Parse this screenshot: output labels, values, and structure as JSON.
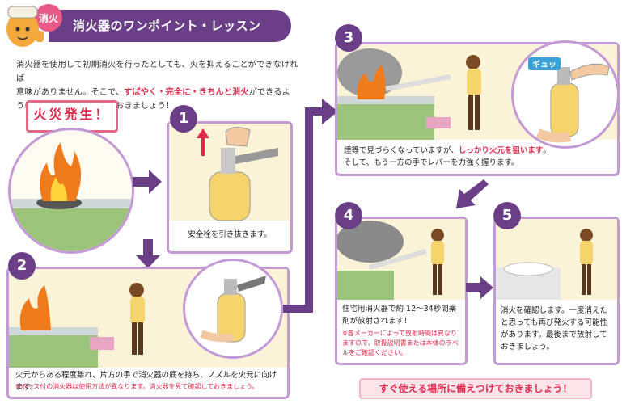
{
  "header": {
    "badge": "消火",
    "title": "消火器のワンポイント・レッスン"
  },
  "intro": {
    "line1": "消火器を使用して初期消火を行ったとしても、火を抑えることができなければ",
    "line2a": "意味がありません。そこで、",
    "line2_highlight": "すばやく・完全に・きちんと消火",
    "line2b": "ができるよ",
    "line3": "うに次の操作手順を学んでおきましょう！"
  },
  "fire_label": "火災発生！",
  "steps": [
    {
      "num": "1",
      "caption": "安全栓を引き抜きます。"
    },
    {
      "num": "2",
      "caption": "火元からある程度離れ、片方の手で消火器の底を持ち、ノズルを火元に向けます。",
      "note": "※ホース付の消火器は使用方法が異なります。消火器を見て確認しておきましょう。"
    },
    {
      "num": "3",
      "caption_a": "煙等で見づらくなっていますが、",
      "caption_highlight": "しっかり火元を狙います",
      "caption_b": "。",
      "caption2": "そして、もう一方の手でレバーを力強く握ります。",
      "sfx": "ギュッ"
    },
    {
      "num": "4",
      "caption": "住宅用消火器で約 12〜34秒間薬剤が放射されます！",
      "note": "※各メーカーによって放射時間は異なりますので、取扱説明書または本体のラベルをご確認ください。"
    },
    {
      "num": "5",
      "caption": "消火を確認します。一度消えたと思っても再び発火する可能性があります。最後まで放射しておきましょう。"
    }
  ],
  "bottom_banner": "すぐ使える場所に備えつけておきましょう！",
  "colors": {
    "accent": "#6a3f88",
    "border": "#c49ad6",
    "red": "#e0284c"
  }
}
